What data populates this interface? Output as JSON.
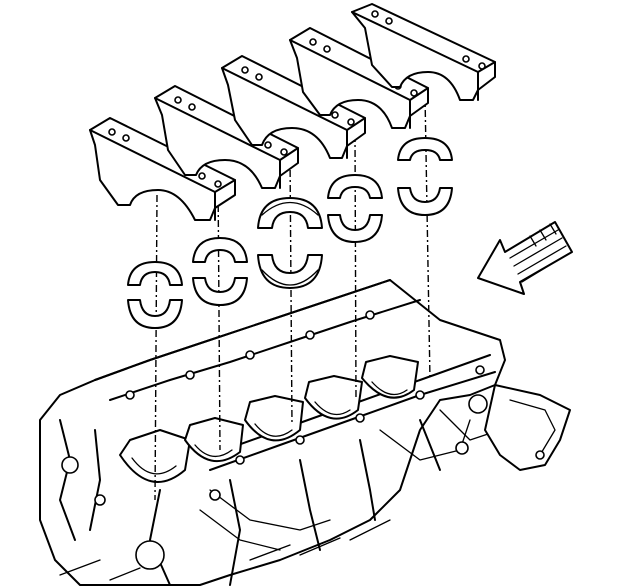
{
  "figure": {
    "colors": {
      "ink": "#000000",
      "paper": "#ffffff"
    },
    "parts": {
      "main_bearing_caps": 5,
      "bearing_shell_pairs": 5,
      "direction_arrow": "arrow-icon",
      "engine_block": "engine-block"
    }
  }
}
